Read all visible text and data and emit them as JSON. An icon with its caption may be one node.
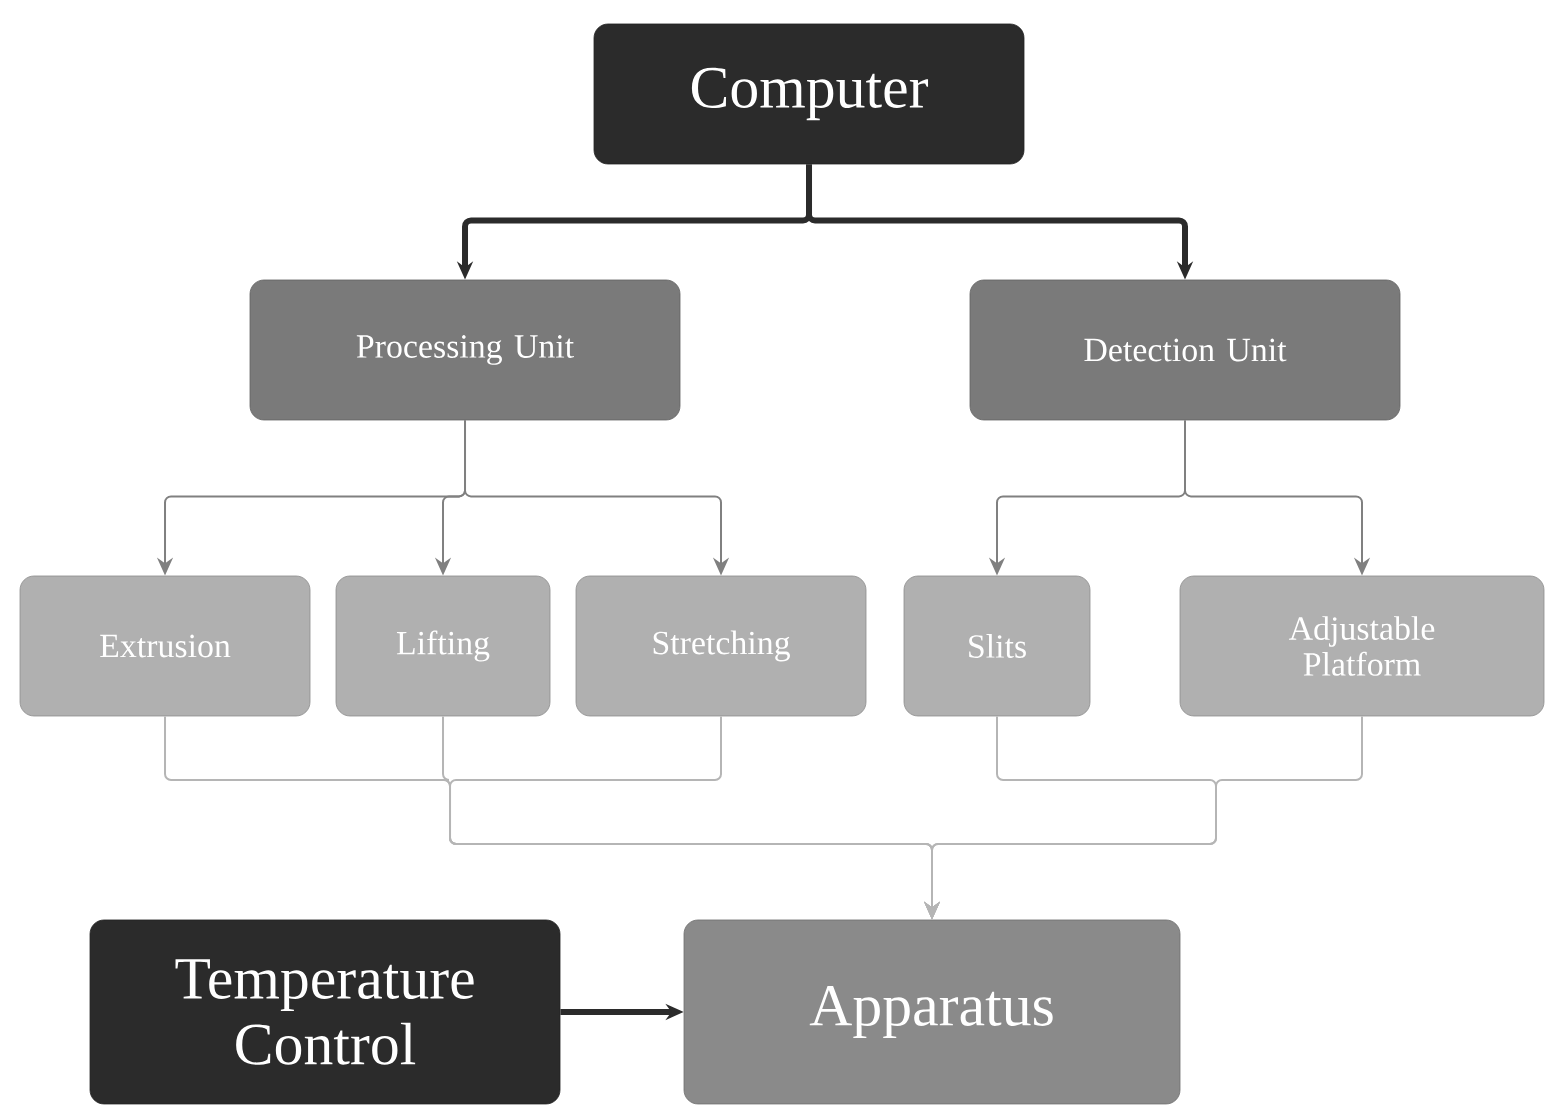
{
  "diagram": {
    "nodes": [
      {
        "text": [
          "Computer"
        ]
      },
      {
        "text": [
          "Processing Unit"
        ]
      },
      {
        "text": [
          "Detection Unit"
        ]
      },
      {
        "text": [
          "Extrusion"
        ]
      },
      {
        "text": [
          "Lifting"
        ]
      },
      {
        "text": [
          "Stretching"
        ]
      },
      {
        "text": [
          "Slits"
        ]
      },
      {
        "text": [
          "Adjustable Platform"
        ]
      },
      {
        "text": [
          "Temperature Control"
        ]
      },
      {
        "text": [
          "Apparatus"
        ]
      }
    ],
    "edges": [
      {
        "from": 0,
        "to": 1,
        "arrow": "to",
        "style": "thick",
        "color": "#2b2b2b"
      },
      {
        "from": 0,
        "to": 2,
        "arrow": "to",
        "style": "thick",
        "color": "#2b2b2b"
      },
      {
        "from": 1,
        "to": 3,
        "arrow": "to"
      },
      {
        "from": 1,
        "to": 4,
        "arrow": "to"
      },
      {
        "from": 1,
        "to": 5,
        "arrow": "to"
      },
      {
        "from": 2,
        "to": 6,
        "arrow": "to"
      },
      {
        "from": 2,
        "to": 7,
        "arrow": "to"
      },
      {
        "from": 3,
        "to": 9,
        "arrow": "to",
        "color": "#b5b5b5"
      },
      {
        "from": 4,
        "to": 9,
        "arrow": "to",
        "color": "#b5b5b5"
      },
      {
        "from": 5,
        "to": 9,
        "arrow": "to",
        "color": "#b5b5b5"
      },
      {
        "from": 6,
        "to": 9,
        "arrow": "to",
        "color": "#b5b5b5"
      },
      {
        "from": 7,
        "to": 9,
        "arrow": "to",
        "color": "#b5b5b5"
      },
      {
        "from": 8,
        "to": 9,
        "arrow": "to",
        "style": "thick",
        "color": "#2b2b2b"
      }
    ]
  }
}
